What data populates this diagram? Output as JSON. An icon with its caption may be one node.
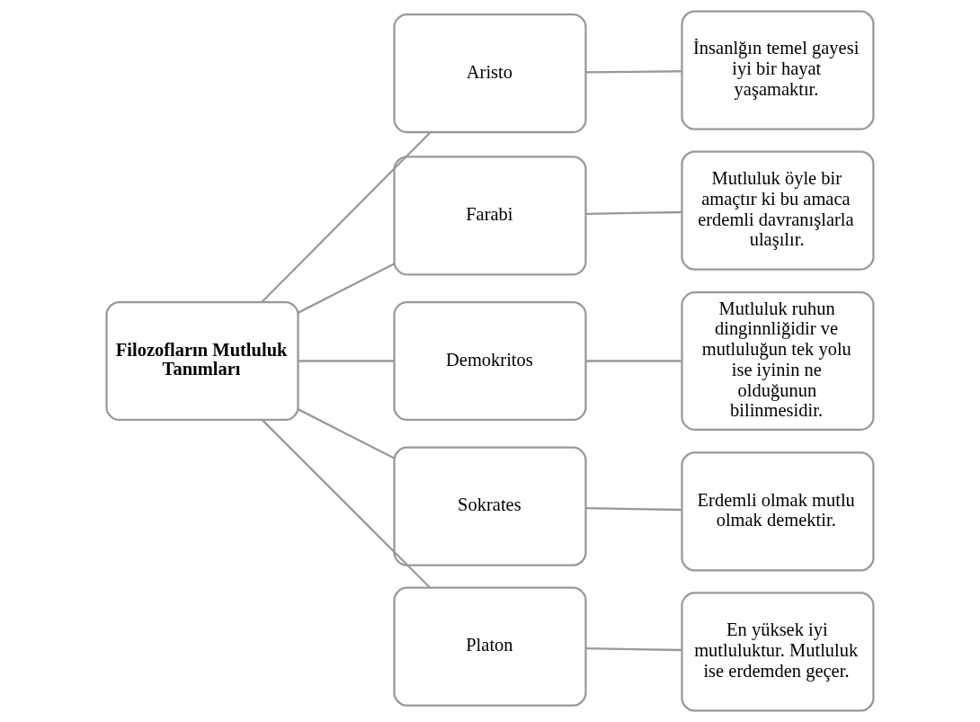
{
  "diagram": {
    "nodes": [
      {
        "text": [
          "Filozofların Mutluluk Tanımları"
        ]
      },
      {
        "text": [
          "Aristo"
        ]
      },
      {
        "text": [
          "İnsanlğın temel gayesi iyi bir hayat yaşamaktır."
        ]
      },
      {
        "text": [
          "Farabi"
        ]
      },
      {
        "text": [
          "Mutluluk öyle bir amaçtır ki bu amaca erdemli davranışlarla ulaşılır."
        ]
      },
      {
        "text": [
          "Demokritos"
        ]
      },
      {
        "text": [
          "Mutluluk ruhun dinginnliğidir ve mutluluğun tek yolu ise iyinin ne olduğunun bilinmesidir."
        ]
      },
      {
        "text": [
          "Sokrates"
        ]
      },
      {
        "text": [
          "Erdemli olmak mutlu olmak demektir."
        ]
      },
      {
        "text": [
          "Platon"
        ]
      },
      {
        "text": [
          "En yüksek iyi mutluluktur. Mutluluk ise erdemden geçer."
        ]
      }
    ],
    "edges": [
      {
        "from": 0,
        "to": 1,
        "arrow": "none"
      },
      {
        "from": 0,
        "to": 3,
        "arrow": "none"
      },
      {
        "from": 0,
        "to": 5,
        "arrow": "none"
      },
      {
        "from": 0,
        "to": 7,
        "arrow": "none"
      },
      {
        "from": 0,
        "to": 9,
        "arrow": "none"
      },
      {
        "from": 1,
        "to": 2,
        "arrow": "none"
      },
      {
        "from": 3,
        "to": 4,
        "arrow": "none"
      },
      {
        "from": 5,
        "to": 6,
        "arrow": "none"
      },
      {
        "from": 7,
        "to": 8,
        "arrow": "none"
      },
      {
        "from": 9,
        "to": 10,
        "arrow": "none"
      }
    ]
  }
}
